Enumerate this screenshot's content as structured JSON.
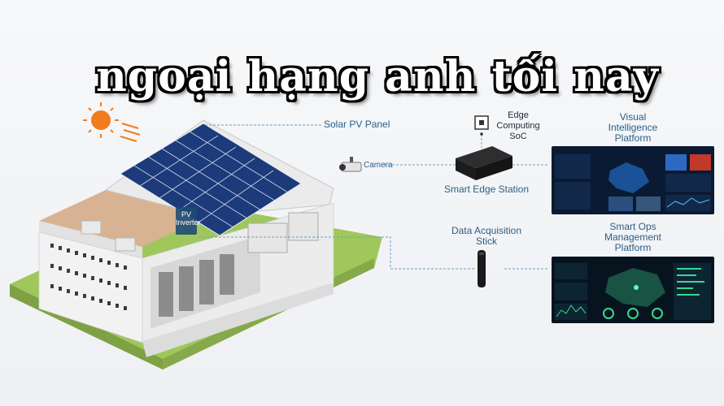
{
  "headline": "ngoại hạng anh tối nay",
  "labels": {
    "solar_panel": "Solar PV Panel",
    "pv_inverter_line1": "PV",
    "pv_inverter_line2": "Inverter",
    "camera": "Camera",
    "edge_soc_line1": "Edge",
    "edge_soc_line2": "Computing",
    "edge_soc_line3": "SoC",
    "smart_edge_station": "Smart Edge Station",
    "visual_platform_line1": "Visual",
    "visual_platform_line2": "Intelligence",
    "visual_platform_line3": "Platform",
    "data_stick_line1": "Data Acquisition",
    "data_stick_line2": "Stick",
    "ops_platform_line1": "Smart Ops",
    "ops_platform_line2": "Management",
    "ops_platform_line3": "Platform"
  },
  "colors": {
    "label_blue": "#2b5f86",
    "connector": "#6f9ec0",
    "dashboard_bg": "#0b1a33",
    "sun": "#f07c1c"
  },
  "icons": [
    "sun-icon",
    "camera-icon",
    "chip-icon",
    "edge-station-icon",
    "data-stick-icon"
  ]
}
